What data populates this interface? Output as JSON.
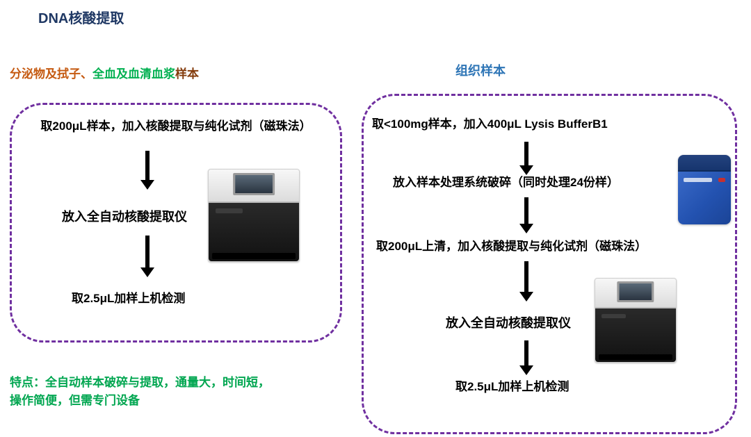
{
  "title": "DNA核酸提取",
  "colors": {
    "title_navy": "#1F3864",
    "box_purple": "#7030A0",
    "tissue_blue": "#2E75B6",
    "secretion_orange": "#C55A11",
    "blood_green": "#00B050",
    "sample_maroon": "#843C0C",
    "note_green": "#00A650",
    "arrow_black": "#000000"
  },
  "left_section": {
    "heading_parts": [
      {
        "text": "分泌物及拭子、",
        "color": "#C55A11"
      },
      {
        "text": "全血及血清血浆",
        "color": "#00B050"
      },
      {
        "text": "样本",
        "color": "#843C0C"
      }
    ],
    "steps": [
      "取200μL样本，加入核酸提取与纯化试剂（磁珠法）",
      "放入全自动核酸提取仪",
      "取2.5μL加样上机检测"
    ]
  },
  "right_section": {
    "heading": "组织样本",
    "steps": [
      "取<100mg样本，加入400μL Lysis BufferB1",
      "放入样本处理系统破碎（同时处理24份样）",
      "取200μL上清，加入核酸提取与纯化试剂（磁珠法）",
      "放入全自动核酸提取仪",
      "取2.5μL加样上机检测"
    ]
  },
  "note": {
    "line1": "特点：全自动样本破碎与提取，通量大，时间短，",
    "line2": "操作简便，但需专门设备"
  }
}
